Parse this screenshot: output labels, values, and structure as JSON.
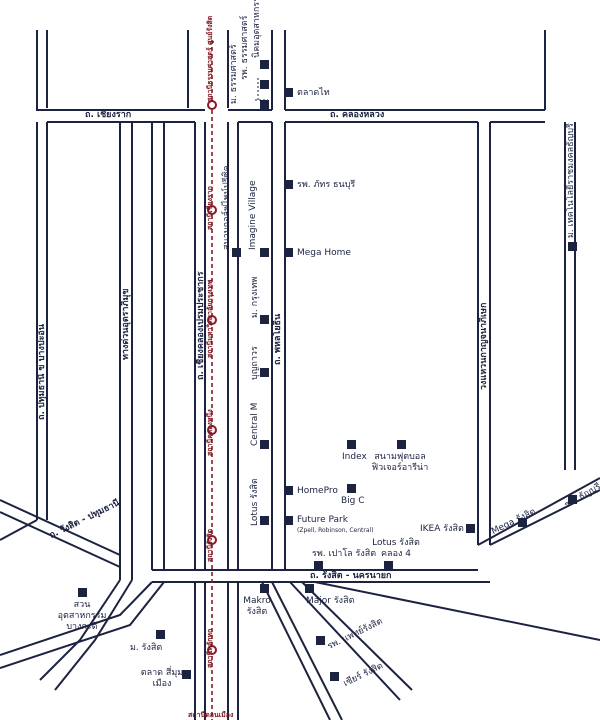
{
  "colors": {
    "road": "#1c2340",
    "rail": "#8b1a24",
    "marker": "#1c2340",
    "background": "#ffffff"
  },
  "roads": {
    "chiang_rak": "ถ. เชียงราก",
    "khlong_luang": "ถ. คลองหลวง",
    "pathum_bangpa": "ถ. ปทุมธานี ข บางปะอิน",
    "rangsit_pathum": "ถ. รังสิต - ปทุมธานี",
    "rangsit_nakhonnayok": "ถ. รังสิต - นครนายก",
    "phahonyothin": "ถ. พหลโยธิน",
    "chiang_khlong_prem": "ถ. เชียงคลองเปรมประชากร",
    "uttaraphimuk": "ทางด่วนอุตราภิมุข",
    "kanchanaphisek": "วงแหวนกาญจนาภิเษก"
  },
  "stations": {
    "thammasat": "สถานีธรรมศาสตร์ ศูนย์รังสิต",
    "chiang_rak": "สถานีเชียงราก",
    "kitchakon": "สถานีมหาวิทยาลัยกรุงเทพ",
    "khlong_nueng": "สถานีคลองหนึ่ง",
    "rangsit": "สถานีรังสิต",
    "lak_hok": "สถานีหลักหก",
    "don_mueang": "สถานีดอนเมือง"
  },
  "places": {
    "thammasat_uni": "ม. ธรรมศาสตร์",
    "thammasat_hosp": "รพ. ธรรมศาสตร์",
    "thammasat_trade": "นิคมอุตสาหกรรม บางกระ",
    "talat_thai": "ตลาดไท",
    "phatra_hosp": "รพ. ภัทร ธนบุรี",
    "stadium": "สนามกอล์ฟไพน์ปรีซิค",
    "imagine_village": "Imagine Village",
    "mega_home": "Mega Home",
    "bangkok_uni": "ม. กรุงเทพ",
    "bunkawan": "บุญถาวร",
    "central_m": "Central M",
    "index": "Index",
    "future_arena": "สนามฟุตบอล ฟิวเจอร์อารีน่า",
    "homepro": "HomePro",
    "big_c": "Big C",
    "lotus_rangsit": "Lotus รังสิต",
    "future_park": "Future Park",
    "future_park_sub": "(Zpell, Robinson, Central)",
    "ikea": "IKEA รังสิต",
    "mega_rangsit": "Mega รังสิต",
    "rama_hosp": "รพ. ธัญบุรี",
    "tech_uni": "ม. เทคโนโลยีราชมงคลธัญบุรี",
    "paolo_hosp": "รพ. เปาโล รังสิต",
    "lotus_k4": "Lotus รังสิต คลอง 4",
    "makro": "Makro รังสิต",
    "major": "Major รังสิต",
    "phaethai_hosp": "รพ. แพทย์รังสิต",
    "sia_rangsit": "เซียร์ รังสิต",
    "pathum_industrial": "สวนอุตสาหกรรม บางกะดี",
    "rangsit_uni": "ม. รังสิต",
    "simummuang": "ตลาด สี่มุมเมือง"
  }
}
